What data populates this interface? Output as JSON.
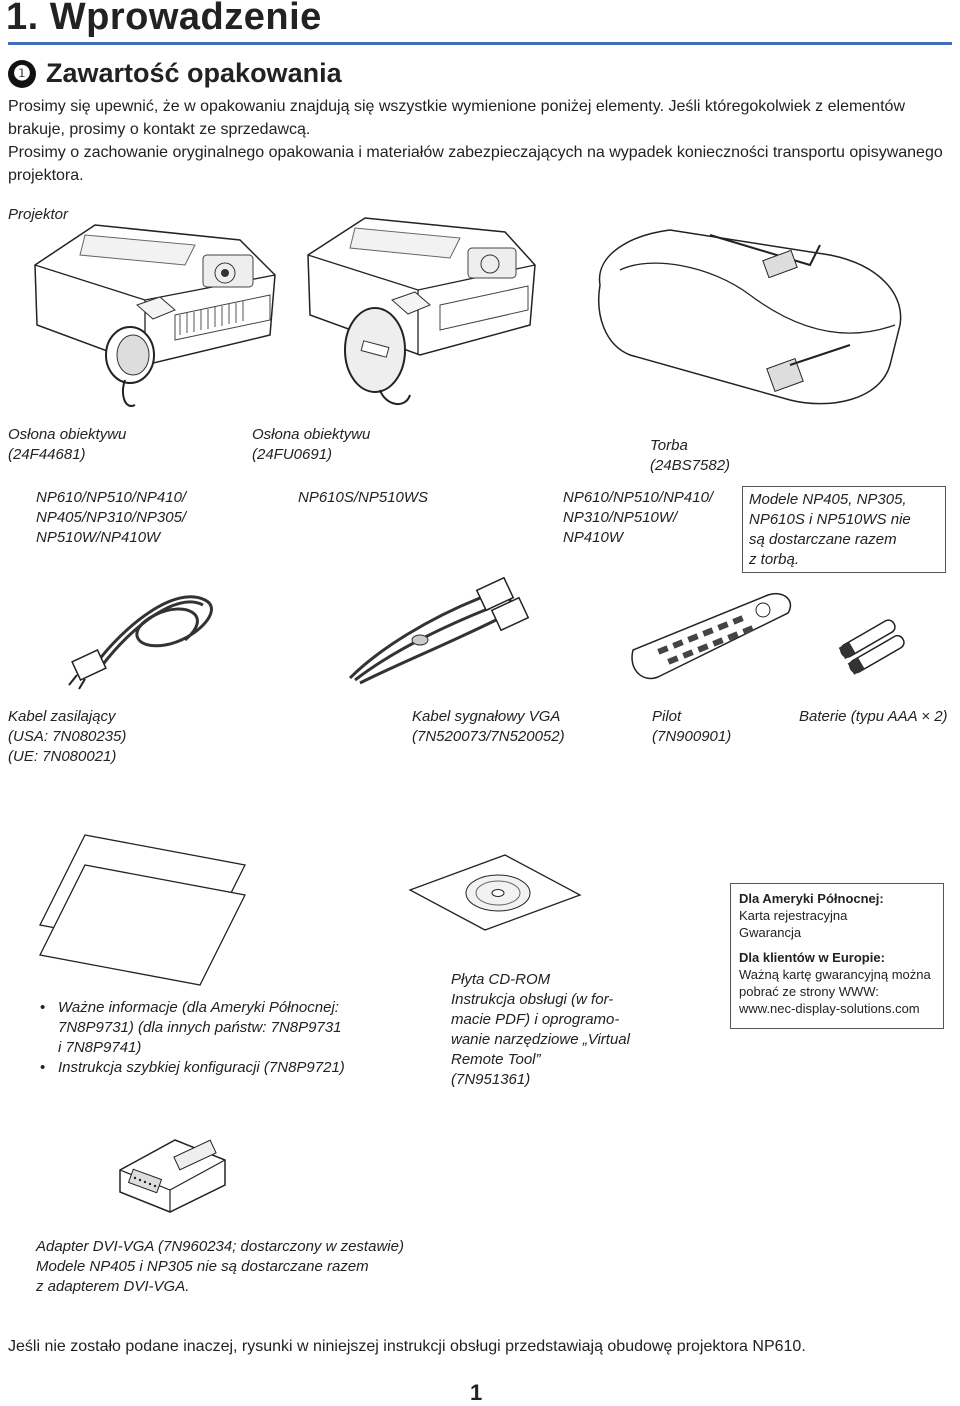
{
  "header": {
    "chapter_title": "1. Wprowadzenie",
    "section_number": "❶",
    "section_title": "Zawartość opakowania"
  },
  "intro": [
    "Prosimy się upewnić, że w opakowaniu znajdują się wszystkie wymienione poniżej elementy. Jeśli któregokolwiek z elementów brakuje, prosimy o kontakt ze sprzedawcą.",
    "Prosimy o zachowanie oryginalnego opakowania i materiałów zabezpieczających na wypadek konieczności transportu opisywanego projektora."
  ],
  "projector_label": "Projektor",
  "items": {
    "lens_cap_1": {
      "name": "Osłona obiektywu",
      "code": "(24F44681)",
      "models": [
        "NP610/NP510/NP410/",
        "NP405/NP310/NP305/",
        "NP510W/NP410W"
      ]
    },
    "lens_cap_2": {
      "name": "Osłona obiektywu",
      "code": "(24FU0691)",
      "models": [
        "NP610S/NP510WS"
      ]
    },
    "bag": {
      "name": "Torba",
      "code": "(24BS7582)",
      "models": [
        "NP610/NP510/NP410/",
        "NP310/NP510W/",
        "NP410W"
      ]
    },
    "bag_note": [
      "Modele NP405, NP305,",
      "NP610S i NP510WS nie",
      "są dostarczane razem",
      "z torbą."
    ],
    "power_cable": {
      "name": "Kabel zasilający",
      "usa": "(USA: 7N080235)",
      "eu": "(UE: 7N080021)"
    },
    "vga_cable": {
      "name": "Kabel sygnałowy VGA",
      "code": "(7N520073/7N520052)"
    },
    "remote": {
      "name": "Pilot",
      "code": "(7N900901)"
    },
    "batteries": {
      "name": "Baterie (typu AAA × 2)"
    },
    "docs": [
      [
        "Ważne informacje (dla Ameryki Północnej:",
        "7N8P9731) (dla innych państw: 7N8P9731",
        "i 7N8P9741)"
      ],
      [
        "Instrukcja szybkiej konfiguracji (7N8P9721)"
      ]
    ],
    "cdrom": [
      "Płyta CD-ROM",
      "Instrukcja obsługi (w for-",
      "macie PDF) i oprogramo-",
      "wanie narzędziowe „Virtual",
      "Remote Tool”",
      "(7N951361)"
    ],
    "info_box": {
      "na_title": "Dla Ameryki Północnej:",
      "na_lines": [
        "Karta rejestracyjna",
        "Gwarancja"
      ],
      "eu_title": "Dla klientów w Europie:",
      "eu_lines": [
        "Ważną kartę gwarancyjną można",
        "pobrać ze strony WWW:",
        "www.nec-display-solutions.com"
      ]
    },
    "adapter": [
      "Adapter DVI-VGA (7N960234; dostarczony w zestawie)",
      "Modele NP405 i NP305 nie są dostarczane razem",
      "z adapterem DVI-VGA."
    ]
  },
  "footer_note": "Jeśli nie zostało podane inaczej, rysunki w niniejszej instrukcji obsługi przedstawiają obudowę projektora NP610.",
  "page_number": "1",
  "colors": {
    "accent_rule": "#3d6fb4",
    "text": "#222222"
  }
}
